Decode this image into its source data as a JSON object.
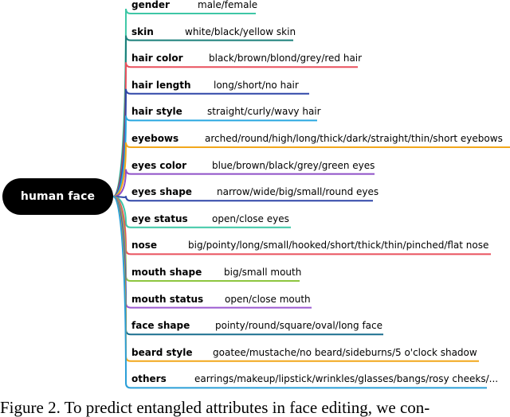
{
  "root": {
    "label": "human face"
  },
  "attributes": [
    {
      "name": "gender",
      "values": "male/female",
      "color": "#3ec7a6"
    },
    {
      "name": "skin",
      "values": "white/black/yellow skin",
      "color": "#1a7f7a"
    },
    {
      "name": "hair color",
      "values": "black/brown/blond/grey/red hair",
      "color": "#e9505d"
    },
    {
      "name": "hair length",
      "values": "long/short/no hair",
      "color": "#2f47a8"
    },
    {
      "name": "hair style",
      "values": "straight/curly/wavy hair",
      "color": "#29a8e0"
    },
    {
      "name": "eyebows",
      "values": "arched/round/high/long/thick/dark/straight/thin/short eyebows",
      "color": "#f2a71b"
    },
    {
      "name": "eyes color",
      "values": "blue/brown/black/grey/green eyes",
      "color": "#8e4fc7"
    },
    {
      "name": "eyes shape",
      "values": "narrow/wide/big/small/round eyes",
      "color": "#2f47a8"
    },
    {
      "name": "eye status",
      "values": "open/close eyes",
      "color": "#3ec7a6"
    },
    {
      "name": "nose",
      "values": "big/pointy/long/small/hooked/short/thick/thin/pinched/flat nose",
      "color": "#e9505d"
    },
    {
      "name": "mouth shape",
      "values": "big/small mouth",
      "color": "#8dc63f"
    },
    {
      "name": "mouth status",
      "values": "open/close mouth",
      "color": "#9b59d0"
    },
    {
      "name": "face shape",
      "values": "pointy/round/square/oval/long face",
      "color": "#1a6f8f"
    },
    {
      "name": "beard style",
      "values": "goatee/mustache/no beard/sideburns/5 o'clock shadow",
      "color": "#f2a71b"
    },
    {
      "name": "others",
      "values": "earrings/makeup/lipstick/wrinkles/glasses/bangs/rosy cheeks/...",
      "color": "#2b9fd8"
    }
  ],
  "caption": "Figure 2. To predict entangled attributes in face editing, we con-"
}
